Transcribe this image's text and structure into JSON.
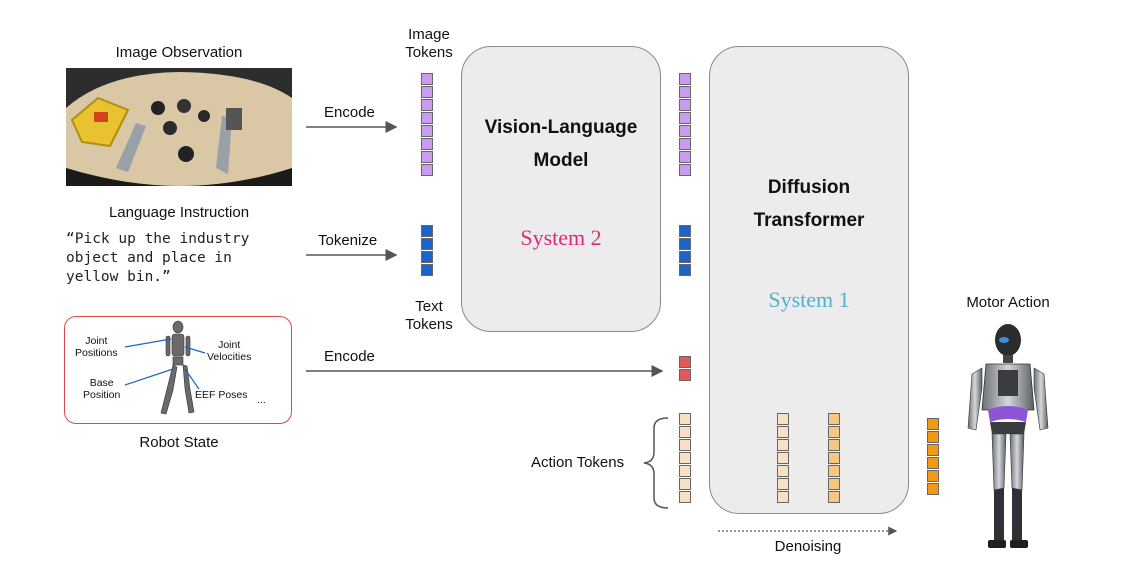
{
  "inputs": {
    "image_observation_label": "Image Observation",
    "language_instruction_label": "Language Instruction",
    "instruction_text": "“Pick up the industry\nobject and place in\nyellow bin.”",
    "robot_state_label": "Robot State",
    "robot_annotations": {
      "joint_positions": "Joint\nPositions",
      "joint_velocities": "Joint\nVelocities",
      "base_position": "Base\nPosition",
      "eef_poses": "EEF Poses",
      "ellipsis": "..."
    }
  },
  "arrows": {
    "encode_image": "Encode",
    "tokenize": "Tokenize",
    "encode_state": "Encode"
  },
  "tokens": {
    "image_tokens_label": "Image\nTokens",
    "text_tokens_label": "Text\nTokens",
    "action_tokens_label": "Action Tokens"
  },
  "vlm": {
    "title": "Vision-Language\nModel",
    "system": "System 2"
  },
  "dit": {
    "title": "Diffusion\nTransformer",
    "system": "System 1"
  },
  "denoising_label": "Denoising",
  "motor_action_label": "Motor Action",
  "colors": {
    "image_token": "#c99cf0",
    "text_token": "#1c64c8",
    "state_token": "#e05a5a",
    "action_light": "#f7e0c4",
    "action_mid": "#f5c783",
    "action_full": "#f29a16",
    "system2": "#e0287a",
    "system1": "#4fb0d0",
    "robot_box": "#d84a4a"
  }
}
